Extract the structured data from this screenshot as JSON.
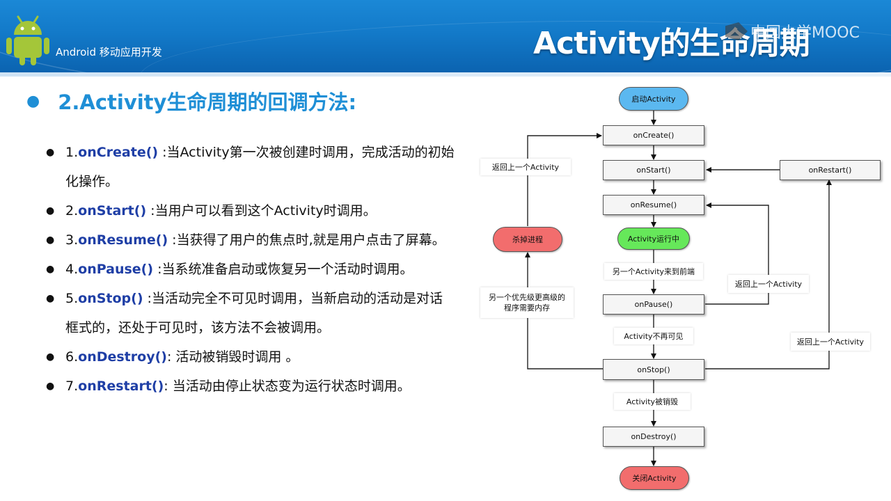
{
  "header": {
    "course_title": "Android 移动应用开发",
    "slide_title": "Activity的生命周期",
    "watermark": "中国大学MOOC"
  },
  "main_bullet": "2.Activity生命周期的回调方法:",
  "items": [
    {
      "num": "1.",
      "method": "onCreate()",
      "desc": " :当Activity第一次被创建时调用，完成活动的初始化操作。"
    },
    {
      "num": "2.",
      "method": "onStart()",
      "desc": " :当用户可以看到这个Activity时调用。"
    },
    {
      "num": "3.",
      "method": "onResume()",
      "desc": " :当获得了用户的焦点时,就是用户点击了屏幕。"
    },
    {
      "num": "4.",
      "method": "onPause()",
      "desc": " :当系统准备启动或恢复另一个活动时调用。"
    },
    {
      "num": "5.",
      "method": "onStop()",
      "desc": " :当活动完全不可见时调用，当新启动的活动是对话框式的，还处于可见时，该方法不会被调用。"
    },
    {
      "num": "6.",
      "method": "onDestroy()",
      "desc": ":  活动被销毁时调用 。"
    },
    {
      "num": "7.",
      "method": "onRestart()",
      "desc": ":  当活动由停止状态变为运行状态时调用。"
    }
  ],
  "diagram": {
    "start": "启动Activity",
    "on_create": "onCreate()",
    "on_start": "onStart()",
    "on_restart": "onRestart()",
    "on_resume": "onResume()",
    "running": "Activity运行中",
    "kill_process": "杀掉进程",
    "label_another_front": "另一个Activity来到前端",
    "on_pause": "onPause()",
    "label_return_1": "返回上一个Activity",
    "label_return_2": "返回上一个Activity",
    "label_return_3": "返回上一个Activity",
    "label_memory": "另一个优先级更高级的程序需要内存",
    "label_not_visible": "Activity不再可见",
    "on_stop": "onStop()",
    "label_destroyed": "Activity被销毁",
    "on_destroy": "onDestroy()",
    "close": "关闭Activity",
    "colors": {
      "start_fill": "#5bb8f0",
      "running_fill": "#66e85a",
      "kill_fill": "#f26d6d",
      "close_fill": "#f26d6d"
    }
  }
}
